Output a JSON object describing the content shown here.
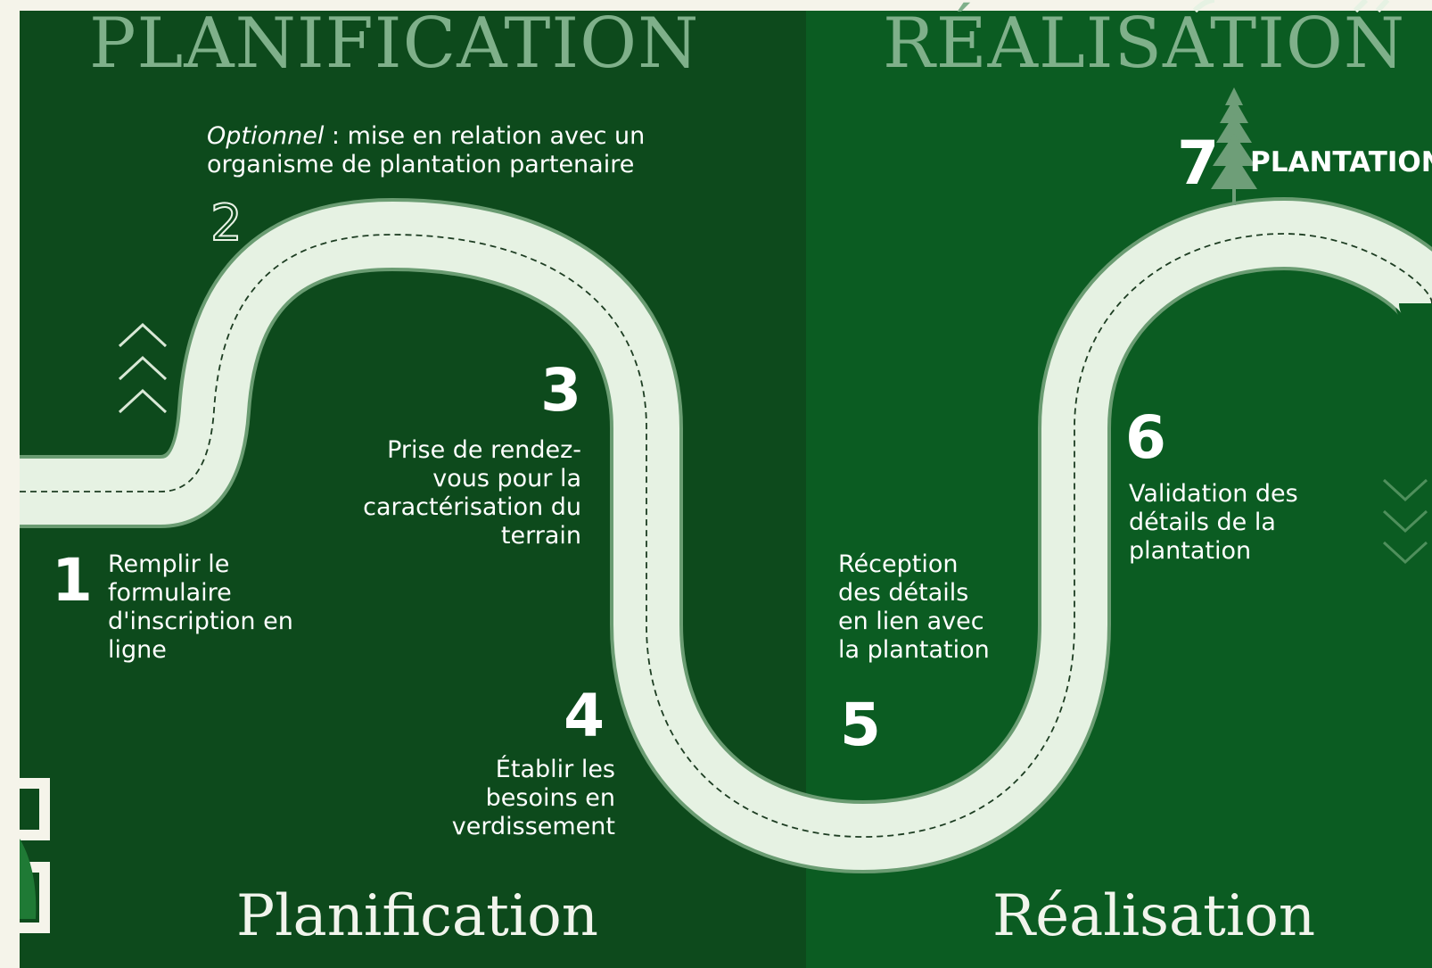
{
  "headings": {
    "left_top": "PLANIFICATION",
    "right_top": "RÉALISATION",
    "left_bottom": "Planification",
    "right_bottom": "Réalisation"
  },
  "steps": [
    {
      "number": "1",
      "lines": [
        "Remplir le",
        "formulaire",
        "d'inscription en",
        "ligne"
      ]
    },
    {
      "number": "2",
      "optional_label": "Optionnel",
      "optional_rest": " : mise en relation avec un",
      "line2": "organisme de plantation partenaire"
    },
    {
      "number": "3",
      "lines": [
        "Prise de rendez-",
        "vous pour la",
        "caractérisation du",
        "terrain"
      ]
    },
    {
      "number": "4",
      "lines": [
        "Établir les",
        "besoins en",
        "verdissement"
      ]
    },
    {
      "number": "5",
      "lines": [
        "Réception",
        "des détails",
        "en lien avec",
        "la plantation"
      ]
    },
    {
      "number": "6",
      "lines": [
        "Validation des",
        "détails de la",
        "plantation"
      ]
    },
    {
      "number": "7",
      "label": "PLANTATION"
    }
  ],
  "colors": {
    "background": "#f5f4ea",
    "left_panel": "#0d4a1c",
    "right_panel": "#0b5c22",
    "road": "#e6f2e3",
    "heading_top": "#7fb08a",
    "text": "#ffffff"
  },
  "icons": {
    "up_chevrons": "triple-chevron-up-icon",
    "down_chevrons": "triple-chevron-down-icon",
    "tree": "pine-tree-icon"
  }
}
